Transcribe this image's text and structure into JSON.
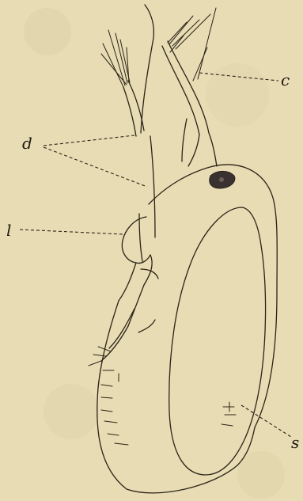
{
  "figure": {
    "labels": {
      "c": "c",
      "d": "d",
      "l": "l",
      "s": "s"
    },
    "colors": {
      "paper": "#e7dcb3",
      "ink": "#2b2418",
      "eye": "#3a3230"
    }
  }
}
